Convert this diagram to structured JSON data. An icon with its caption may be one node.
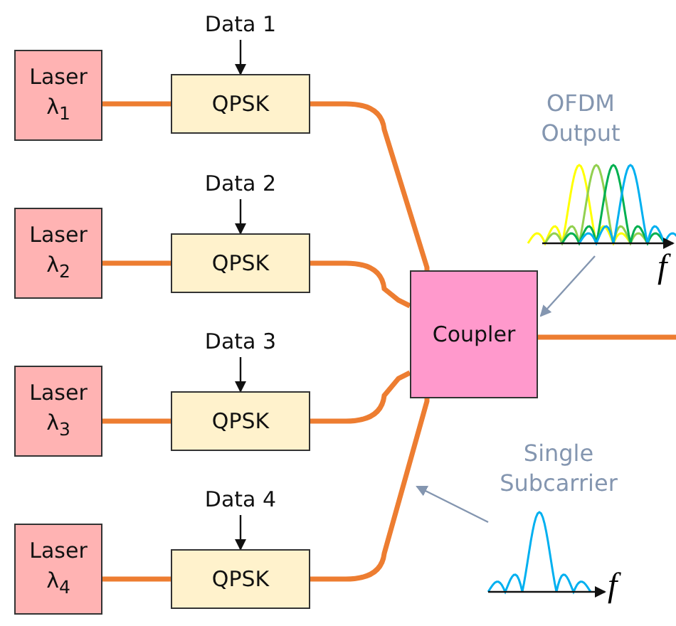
{
  "diagram": {
    "nodes": [
      {
        "text": [
          "Laser λ$_{1}$"
        ]
      },
      {
        "text": [
          "Laser λ$_{2}$"
        ]
      },
      {
        "text": [
          "Laser λ$_{3}$"
        ]
      },
      {
        "text": [
          "Laser λ$_{4}$"
        ]
      },
      {
        "text": [
          "QPSK"
        ]
      },
      {
        "text": [
          "QPSK"
        ]
      },
      {
        "text": [
          "QPSK"
        ]
      },
      {
        "text": [
          "QPSK"
        ]
      },
      {
        "text": [
          "Data 1"
        ]
      },
      {
        "text": [
          "Data 2"
        ]
      },
      {
        "text": [
          "Data 3"
        ]
      },
      {
        "text": [
          "Data 4"
        ]
      },
      {
        "text": [
          "Coupler"
        ]
      },
      {
        "text": [
          "OFDM Output"
        ]
      },
      {
        "text": [
          "Single Subcarrier"
        ]
      }
    ],
    "edges": [
      {
        "from": 0,
        "to": 4,
        "arrow": "none"
      },
      {
        "from": 1,
        "to": 5,
        "arrow": "none"
      },
      {
        "from": 2,
        "to": 6,
        "arrow": "none"
      },
      {
        "from": 3,
        "to": 7,
        "arrow": "none"
      },
      {
        "from": 8,
        "to": 4,
        "arrow": "to",
        "color": "#111111"
      },
      {
        "from": 9,
        "to": 5,
        "arrow": "to",
        "color": "#111111"
      },
      {
        "from": 10,
        "to": 6,
        "arrow": "to",
        "color": "#111111"
      },
      {
        "from": 11,
        "to": 7,
        "arrow": "to",
        "color": "#111111"
      },
      {
        "from": 4,
        "to": 12,
        "arrow": "none"
      },
      {
        "from": 5,
        "to": 12,
        "arrow": "none"
      },
      {
        "from": 6,
        "to": 12,
        "arrow": "none"
      },
      {
        "from": 7,
        "to": 12,
        "arrow": "none"
      },
      {
        "from": 12,
        "to": null,
        "arrow": "none"
      },
      {
        "from": 13,
        "to": 12,
        "arrow": "to",
        "color": "#8496b0"
      },
      {
        "from": 14,
        "to": null,
        "arrow": "to",
        "color": "#8496b0"
      }
    ],
    "labels": [
      "f",
      "f"
    ]
  }
}
